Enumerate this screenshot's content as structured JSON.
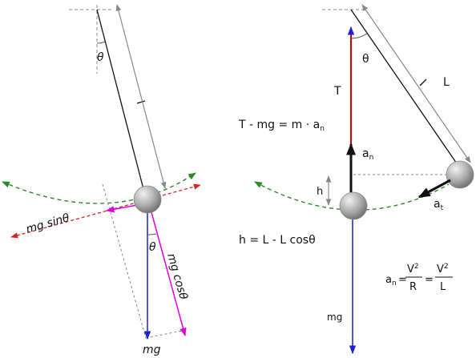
{
  "left": {
    "theta": "θ",
    "mg_sin": "mg sinθ",
    "theta2": "θ",
    "mg_cos": "mg cosθ",
    "mg": "mg"
  },
  "right": {
    "theta": "θ",
    "L": "L",
    "T": "T",
    "eq_tension": {
      "main": "T - mg = m · a",
      "sub": "n"
    },
    "an": {
      "main": "a",
      "sub": "n"
    },
    "h": "h",
    "at": {
      "main": "a",
      "sub": "t"
    },
    "eq_height": "h = L - L cosθ",
    "mg": "mg",
    "eq_accel": {
      "an_main": "a",
      "an_sub": "n",
      "eq": "=",
      "v1": "V",
      "v1_exp": "2",
      "den1": "R",
      "eq2": "=",
      "v2": "V",
      "v2_exp": "2",
      "den2": "L"
    }
  },
  "colors": {
    "gravity": "#1f1fd6",
    "tangential": "#e000e0",
    "tension": "#cc0000",
    "path": "#2a8a2a",
    "tangent": "#dd2222",
    "guide": "#888888",
    "string": "#111111"
  }
}
